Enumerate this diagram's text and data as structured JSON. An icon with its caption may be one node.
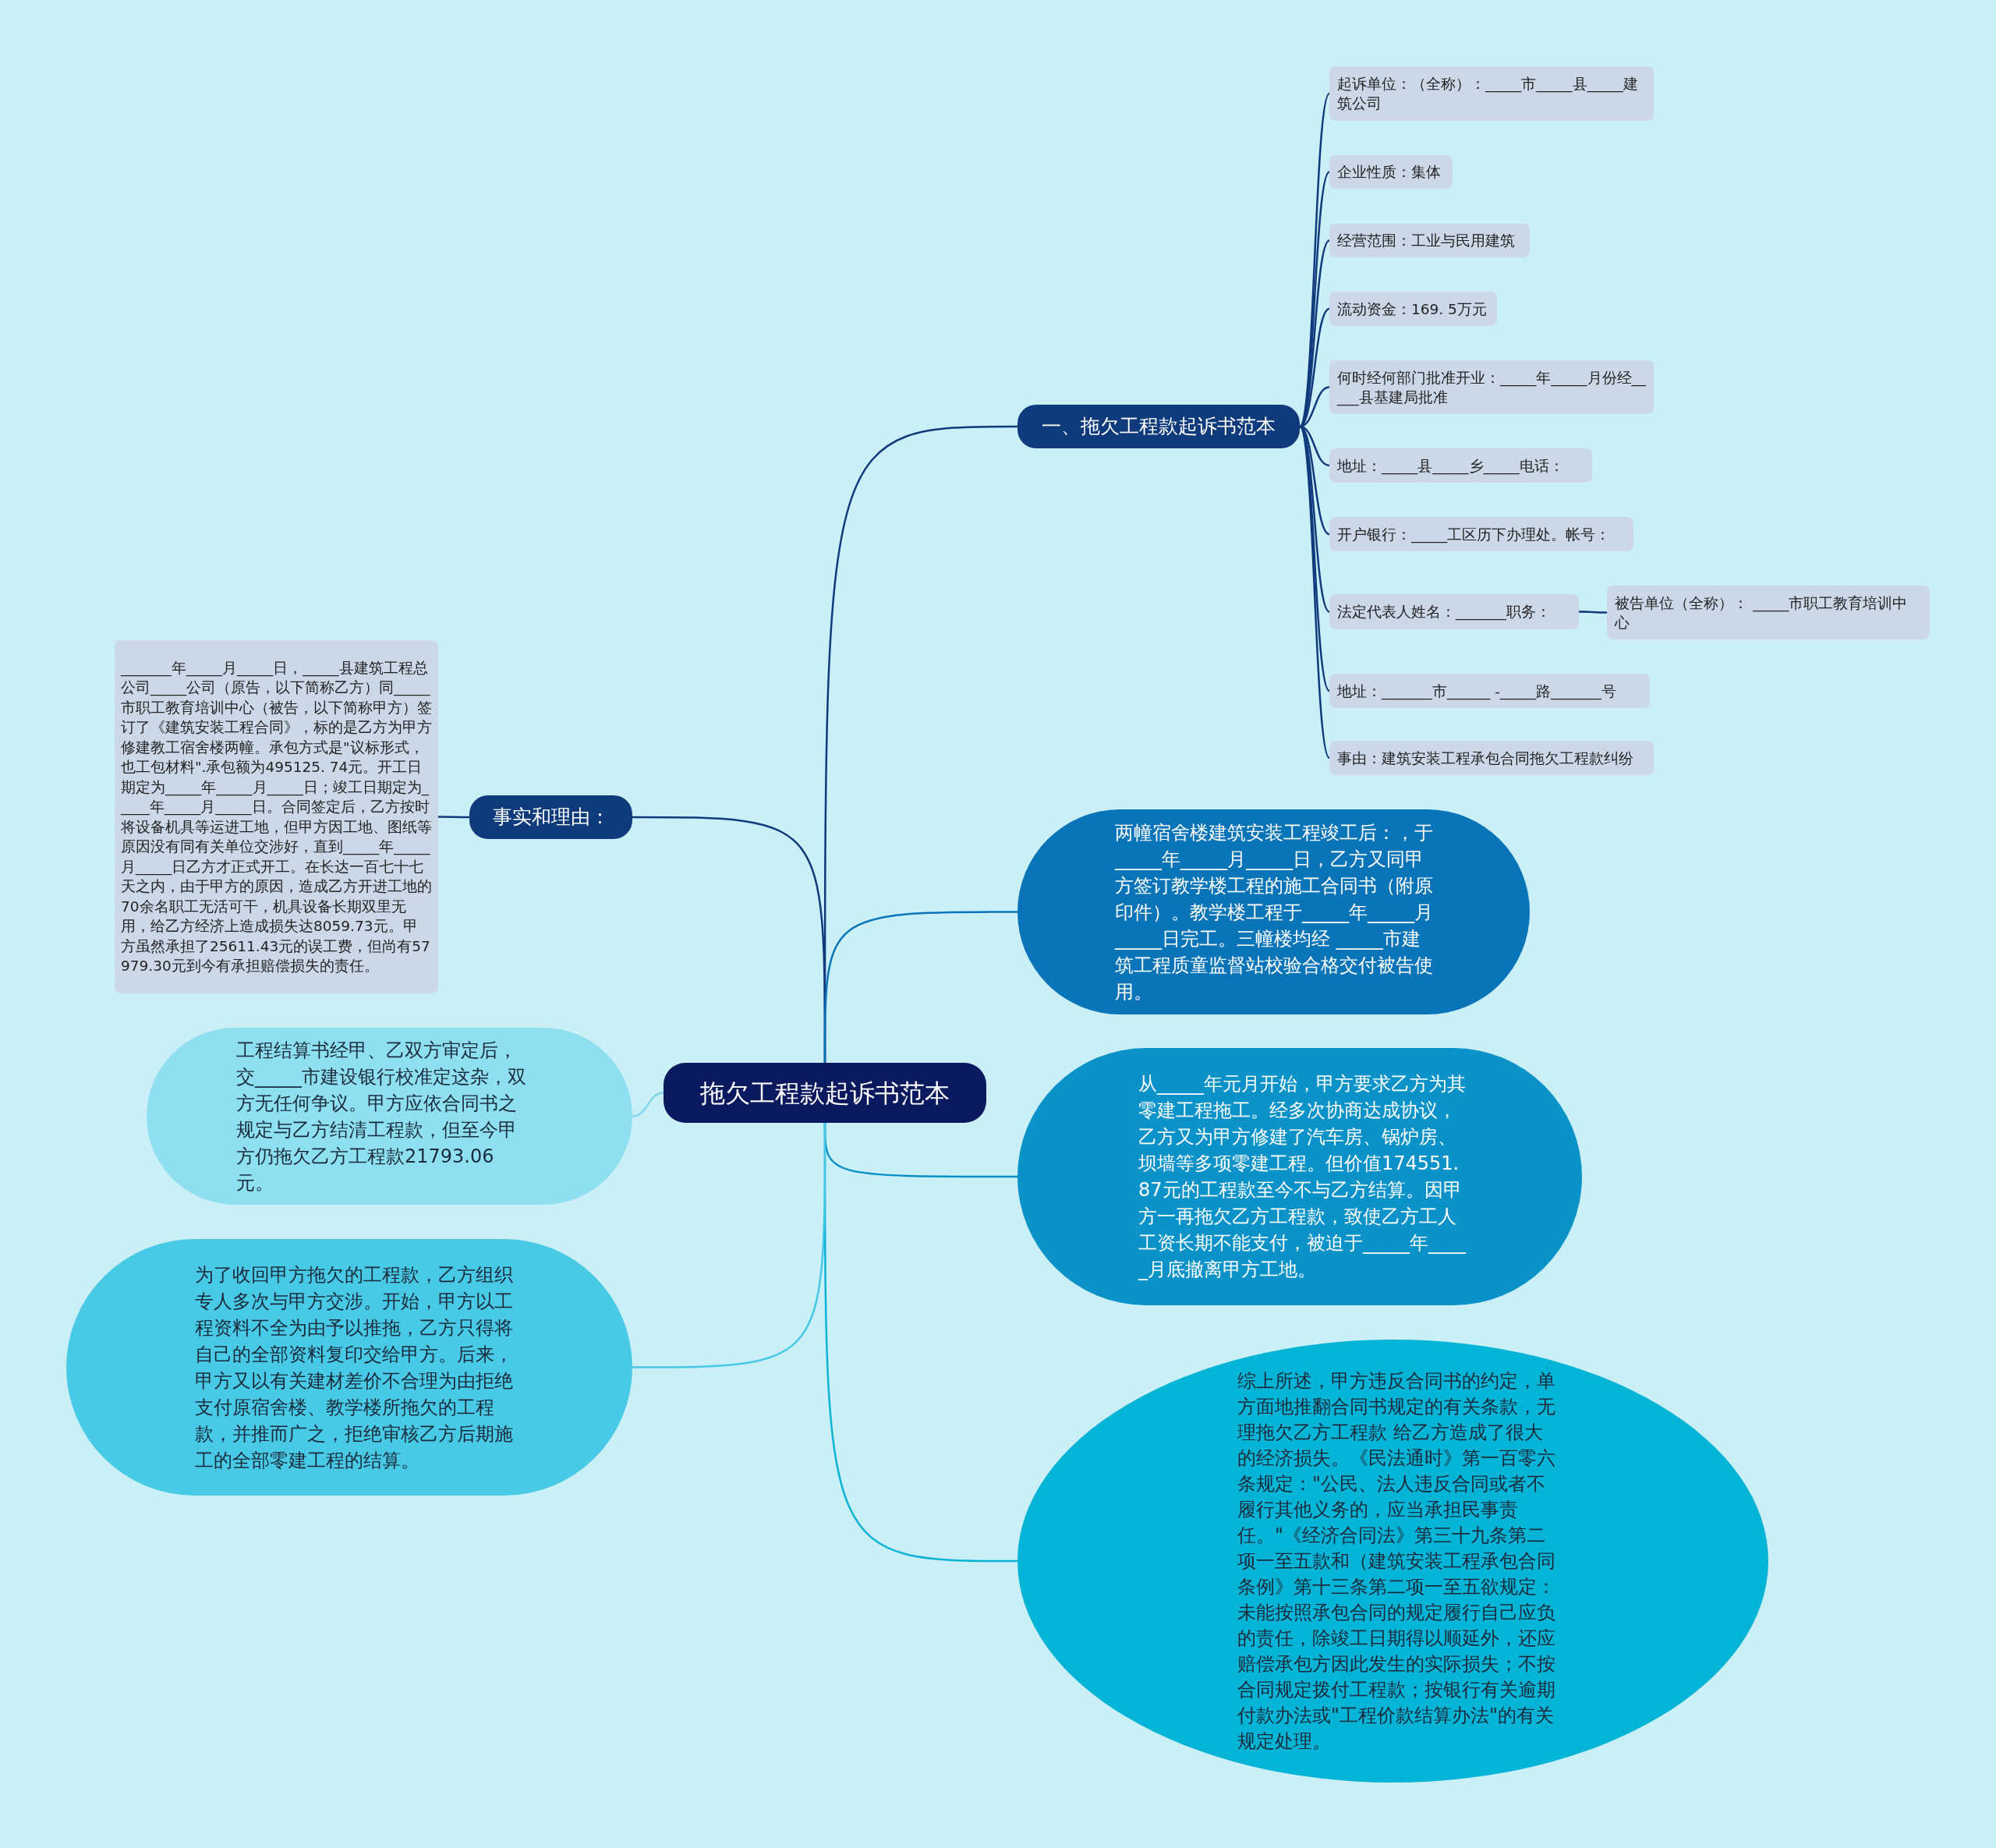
{
  "diagram": {
    "nodes": [
      {
        "text": [
          "拖欠工程款起诉书范本"
        ]
      },
      {
        "text": [
          "一、拖欠工程款起诉书范本"
        ]
      },
      {
        "text": [
          "起诉单位：（全称）：_____市_____县_____建筑公司"
        ]
      },
      {
        "text": [
          "企业性质：集体"
        ]
      },
      {
        "text": [
          "经营范围：工业与民用建筑"
        ]
      },
      {
        "text": [
          "流动资金：169. 5万元"
        ]
      },
      {
        "text": [
          "何时经何部门批准开业：_____年_____月份经_____县基建局批准"
        ]
      },
      {
        "text": [
          "地址：_____县_____乡_____电话："
        ]
      },
      {
        "text": [
          "开户银行：_____工区历下办理处。帐号："
        ]
      },
      {
        "text": [
          "法定代表人姓名：_______职务："
        ]
      },
      {
        "text": [
          "被告单位（全称）： _____市职工教育培训中心"
        ]
      },
      {
        "text": [
          "地址：_______市______ -_____路_______号"
        ]
      },
      {
        "text": [
          "事由：建筑安装工程承包合同拖欠工程款纠纷"
        ]
      },
      {
        "text": [
          "事实和理由："
        ]
      },
      {
        "text": [
          "_______年_____月_____日，_____县建筑工程总公司_____公司（原告，以下简称乙方）同_____市职工教育培训中心（被告，以下简称甲方）签订了《建筑安装工程合同》，标的是乙方为甲方修建教工宿舍楼两幢。承包方式是\"议标形式，也工包材料\".承包额为495125. 74元。开工日期定为_____年_____月_____日；竣工日期定为_____年_____月_____日。合同签定后，乙方按时将设备机具等运进工地，但甲方因工地、图纸等原因没有同有关单位交涉好，直到_____年_____月_____日乙方才正式开工。在长达一百七十七天之内，由于甲方的原因，造成乙方开进工地的70余名职工无活可干，机具设备长期双里无用，给乙方经济上造成损失达8059.73元。甲方虽然承担了25611.43元的误工费，但尚有57979.30元到今有承担赔偿损失的责任。"
        ]
      },
      {
        "text": [
          "两幢宿舍楼建筑安装工程竣工后：，于_____年_____月_____日，乙方又同甲方签订教学楼工程的施工合同书（附原印件）。教学楼工程于_____年_____月_____日完工。三幢楼均经 _____市建筑工程质童监督站校验合格交付被告使用。"
        ]
      },
      {
        "text": [
          "从_____年元月开始，甲方要求乙方为其零建工程拖工。经多次协商达成协议，乙方又为甲方修建了汽车房、锅炉房、坝墙等多项零建工程。但价值174551. 87元的工程款至今不与乙方结算。因甲方一再拖欠乙方工程款，致使乙方工人工资长期不能支付，被迫于_____年_____月底撤离甲方工地。"
        ]
      },
      {
        "text": [
          "综上所述，甲方违反合同书的约定，单方面地推翻合同书规定的有关条款，无理拖欠乙方工程款 给乙方造成了很大的经济损失。《民法通时》第一百零六条规定：\"公民、法人违反合同或者不履行其他义务的，应当承担民事责任。\"《经济合同法》第三十九条第二项一至五款和（建筑安装工程承包合同条例》第十三条第二项一至五欲规定：未能按照承包合同的规定履行自己应负的责任，除竣工日期得以顺延外，还应赔偿承包方因此发生的实际损失；不按合同规定拨付工程款；按银行有关逾期付款办法或\"工程价款结算办法\"的有关规定处理。"
        ]
      },
      {
        "text": [
          "工程结算书经甲、乙双方审定后，交_____市建设银行校准定这杂，双方无任何争议。甲方应依合同书之规定与乙方结清工程款，但至今甲方仍拖欠乙方工程款21793.06元。"
        ]
      },
      {
        "text": [
          "为了收回甲方拖欠的工程款，乙方组织专人多次与甲方交涉。开始，甲方以工程资料不全为由予以推拖，乙方只得将自己的全部资料复印交给甲方。后来，甲方又以有关建材差价不合理为由拒绝支付原宿舍楼、教学楼所拖欠的工程款，并推而广之，拒绝审核乙方后期施工的全部零建工程的结算。"
        ]
      }
    ],
    "edges": [
      {
        "from": 0,
        "to": 1,
        "arrow": "none"
      },
      {
        "from": 0,
        "to": 13,
        "arrow": "none"
      },
      {
        "from": 0,
        "to": 15,
        "arrow": "none",
        "color": "#0a74b9"
      },
      {
        "from": 0,
        "to": 16,
        "arrow": "none",
        "color": "#0a90c8"
      },
      {
        "from": 0,
        "to": 17,
        "arrow": "none",
        "color": "#0ab3d6"
      },
      {
        "from": 0,
        "to": 18,
        "arrow": "none",
        "color": "#7fd6ea"
      },
      {
        "from": 0,
        "to": 19,
        "arrow": "none",
        "color": "#45c8e6"
      },
      {
        "from": 1,
        "to": 2,
        "arrow": "none"
      },
      {
        "from": 1,
        "to": 3,
        "arrow": "none"
      },
      {
        "from": 1,
        "to": 4,
        "arrow": "none"
      },
      {
        "from": 1,
        "to": 5,
        "arrow": "none"
      },
      {
        "from": 1,
        "to": 6,
        "arrow": "none"
      },
      {
        "from": 1,
        "to": 7,
        "arrow": "none"
      },
      {
        "from": 1,
        "to": 8,
        "arrow": "none"
      },
      {
        "from": 1,
        "to": 9,
        "arrow": "none"
      },
      {
        "from": 1,
        "to": 11,
        "arrow": "none"
      },
      {
        "from": 1,
        "to": 12,
        "arrow": "none"
      },
      {
        "from": 9,
        "to": 10,
        "arrow": "none"
      },
      {
        "from": 13,
        "to": 14,
        "arrow": "none"
      }
    ]
  }
}
